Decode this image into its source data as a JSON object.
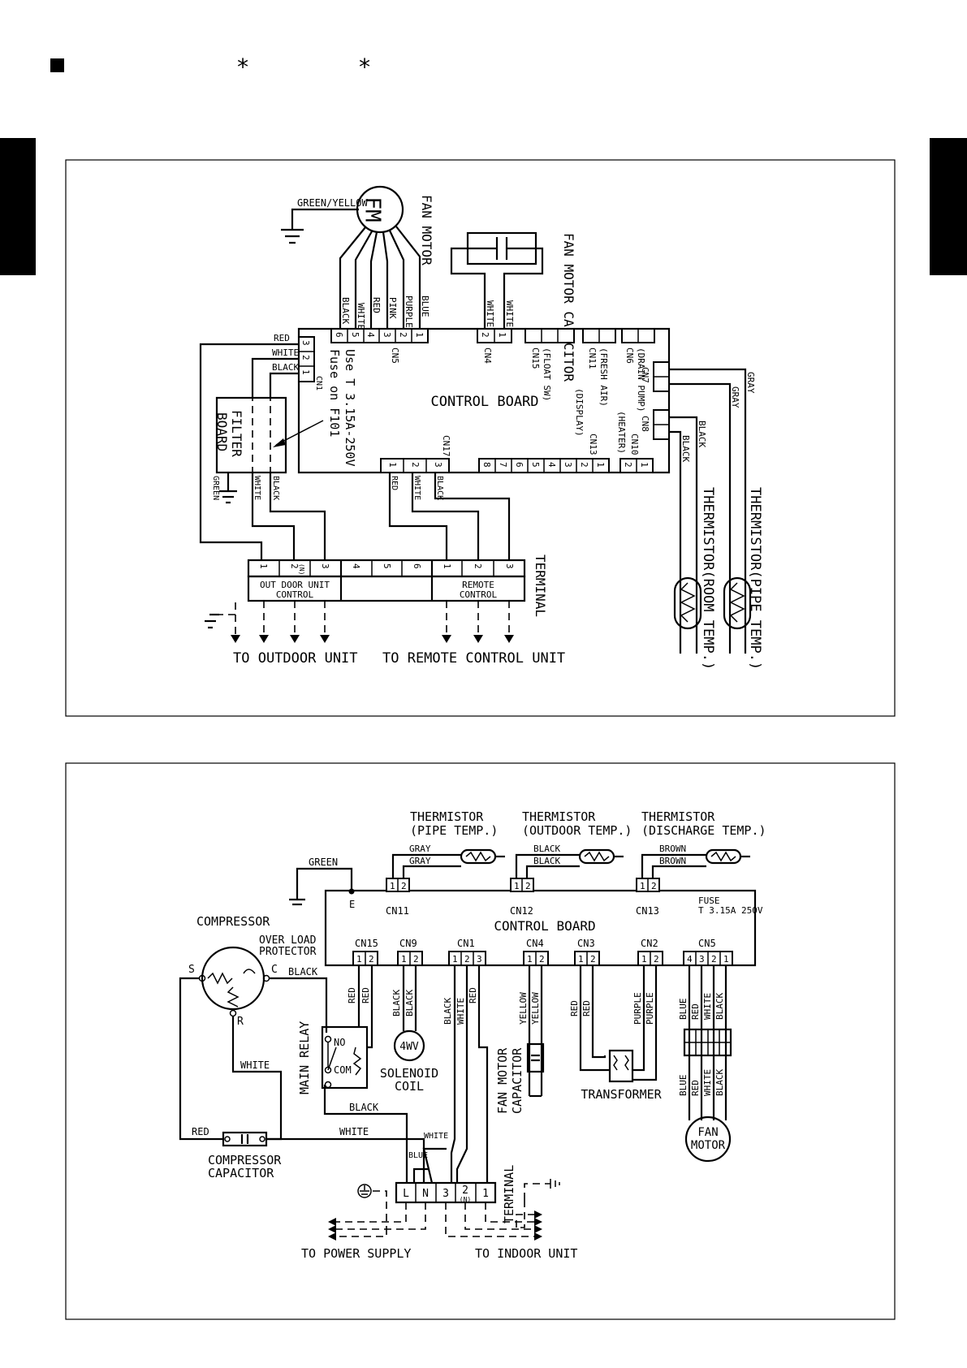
{
  "header": {
    "bullet_icon": "black-square-icon",
    "marks": [
      "*",
      "*"
    ]
  },
  "indoor": {
    "fan_motor": {
      "symbol": "FM",
      "title": "FAN MOTOR",
      "ground_wire": "GREEN/YELLOW",
      "wires": [
        "BLACK",
        "WHITE",
        "RED",
        "PINK",
        "PURPLE",
        "BLUE"
      ],
      "pins": [
        "6",
        "5",
        "4",
        "3",
        "2",
        "1"
      ]
    },
    "capacitor": {
      "title": "FAN MOTOR CAPACITOR",
      "wires": [
        "WHITE",
        "WHITE"
      ],
      "pins": [
        "2",
        "1"
      ]
    },
    "control_board": "CONTROL BOARD",
    "connectors": {
      "cn5": "CN5",
      "cn4": "CN4",
      "cn1": "CN1",
      "cn15": "CN15",
      "cn15_note": "(FLOAT SW)",
      "cn11": "CN11",
      "cn11_note": "(FRESH AIR)",
      "cn6": "CN6",
      "cn6_note": "(DRAIN PUMP)",
      "cn10": "CN10",
      "cn10_note": "(HEATER)",
      "cn13": "CN13",
      "cn13_note": "(DISPLAY)",
      "cn7": "CN7",
      "cn8": "CN8"
    },
    "fuse_note": [
      "Use T 3.15A-250V",
      "Fuse on F101"
    ],
    "filter_board": [
      "FILTER",
      "BOARD"
    ],
    "cn1_wires": [
      "RED",
      "WHITE",
      "BLACK"
    ],
    "cn1_pins": [
      "3",
      "2",
      "1"
    ],
    "filter_out_wires": [
      "GREEN",
      "WHITE",
      "BLACK"
    ],
    "cn17": {
      "label": "CN17",
      "pins": [
        "1",
        "2",
        "3"
      ],
      "wires": [
        "RED",
        "WHITE",
        "BLACK"
      ]
    },
    "bottom_pins": [
      "8",
      "7",
      "6",
      "5",
      "4",
      "3",
      "2",
      "1",
      "2",
      "1"
    ],
    "terminal": {
      "title": "TERMINAL",
      "pins": [
        "1",
        "2",
        "3",
        "4",
        "5",
        "6",
        "1",
        "2",
        "3"
      ],
      "n_mark": "(N)",
      "outdoor_label": [
        "OUT DOOR UNIT",
        "CONTROL"
      ],
      "remote_label": [
        "REMOTE",
        "CONTROL"
      ]
    },
    "to_outdoor": "TO OUTDOOR UNIT",
    "to_remote": "TO REMOTE CONTROL UNIT",
    "thermistor_pipe": {
      "label": "THERMISTOR(PIPE TEMP.)",
      "wires": [
        "GRAY",
        "GRAY"
      ]
    },
    "thermistor_room": {
      "label": "THERMISTOR(ROOM TEMP.)",
      "wires": [
        "BLACK",
        "BLACK"
      ]
    }
  },
  "outdoor": {
    "thermistors": [
      {
        "title": "THERMISTOR",
        "sub": "(PIPE TEMP.)",
        "wires": [
          "GRAY",
          "GRAY"
        ],
        "cn": "CN11"
      },
      {
        "title": "THERMISTOR",
        "sub": "(OUTDOOR TEMP.)",
        "wires": [
          "BLACK",
          "BLACK"
        ],
        "cn": "CN12"
      },
      {
        "title": "THERMISTOR",
        "sub": "(DISCHARGE TEMP.)",
        "wires": [
          "BROWN",
          "BROWN"
        ],
        "cn": "CN13"
      }
    ],
    "ground": "GREEN",
    "ground_mark": "E",
    "fuse": [
      "FUSE",
      "T 3.15A 250V"
    ],
    "control_board": "CONTROL  BOARD",
    "connectors": [
      "CN15",
      "CN9",
      "CN1",
      "CN4",
      "CN3",
      "CN2",
      "CN5"
    ],
    "cn5_pins": [
      "4",
      "3",
      "2",
      "1"
    ],
    "compressor": {
      "title": "COMPRESSOR",
      "protector": [
        "OVER LOAD",
        "PROTECTOR"
      ],
      "s": "S",
      "c": "C",
      "r": "R"
    },
    "wire_black": "BLACK",
    "wire_white": "WHITE",
    "wire_red": "RED",
    "main_relay": {
      "title": "MAIN RELAY",
      "no": "NO",
      "com": "COM"
    },
    "cn15_wires": [
      "RED",
      "RED"
    ],
    "cn9_wires": [
      "BLACK",
      "BLACK"
    ],
    "solenoid": {
      "symbol": "4WV",
      "label": [
        "SOLENOID",
        "COIL"
      ]
    },
    "cn1_wires": [
      "BLACK",
      "WHITE",
      "RED"
    ],
    "cn4_wires": [
      "YELLOW",
      "YELLOW"
    ],
    "fan_capacitor": [
      "FAN MOTOR",
      "CAPACITOR"
    ],
    "cn3_wires": [
      "RED",
      "RED"
    ],
    "cn2_wires": [
      "PURPLE",
      "PURPLE"
    ],
    "transformer": "TRANSFORMER",
    "cn5_wires": [
      "BLUE",
      "RED",
      "WHITE",
      "BLACK"
    ],
    "fan_motor": [
      "FAN",
      "MOTOR"
    ],
    "compressor_capacitor": [
      "COMPRESSOR",
      "CAPACITOR"
    ],
    "wire_blue": "BLUE",
    "terminal": {
      "title": "TERMINAL",
      "pins": [
        "L",
        "N",
        "3",
        "2",
        "1"
      ],
      "n_mark": "(N)"
    },
    "to_power": "TO POWER SUPPLY",
    "to_indoor": "TO INDOOR UNIT"
  }
}
